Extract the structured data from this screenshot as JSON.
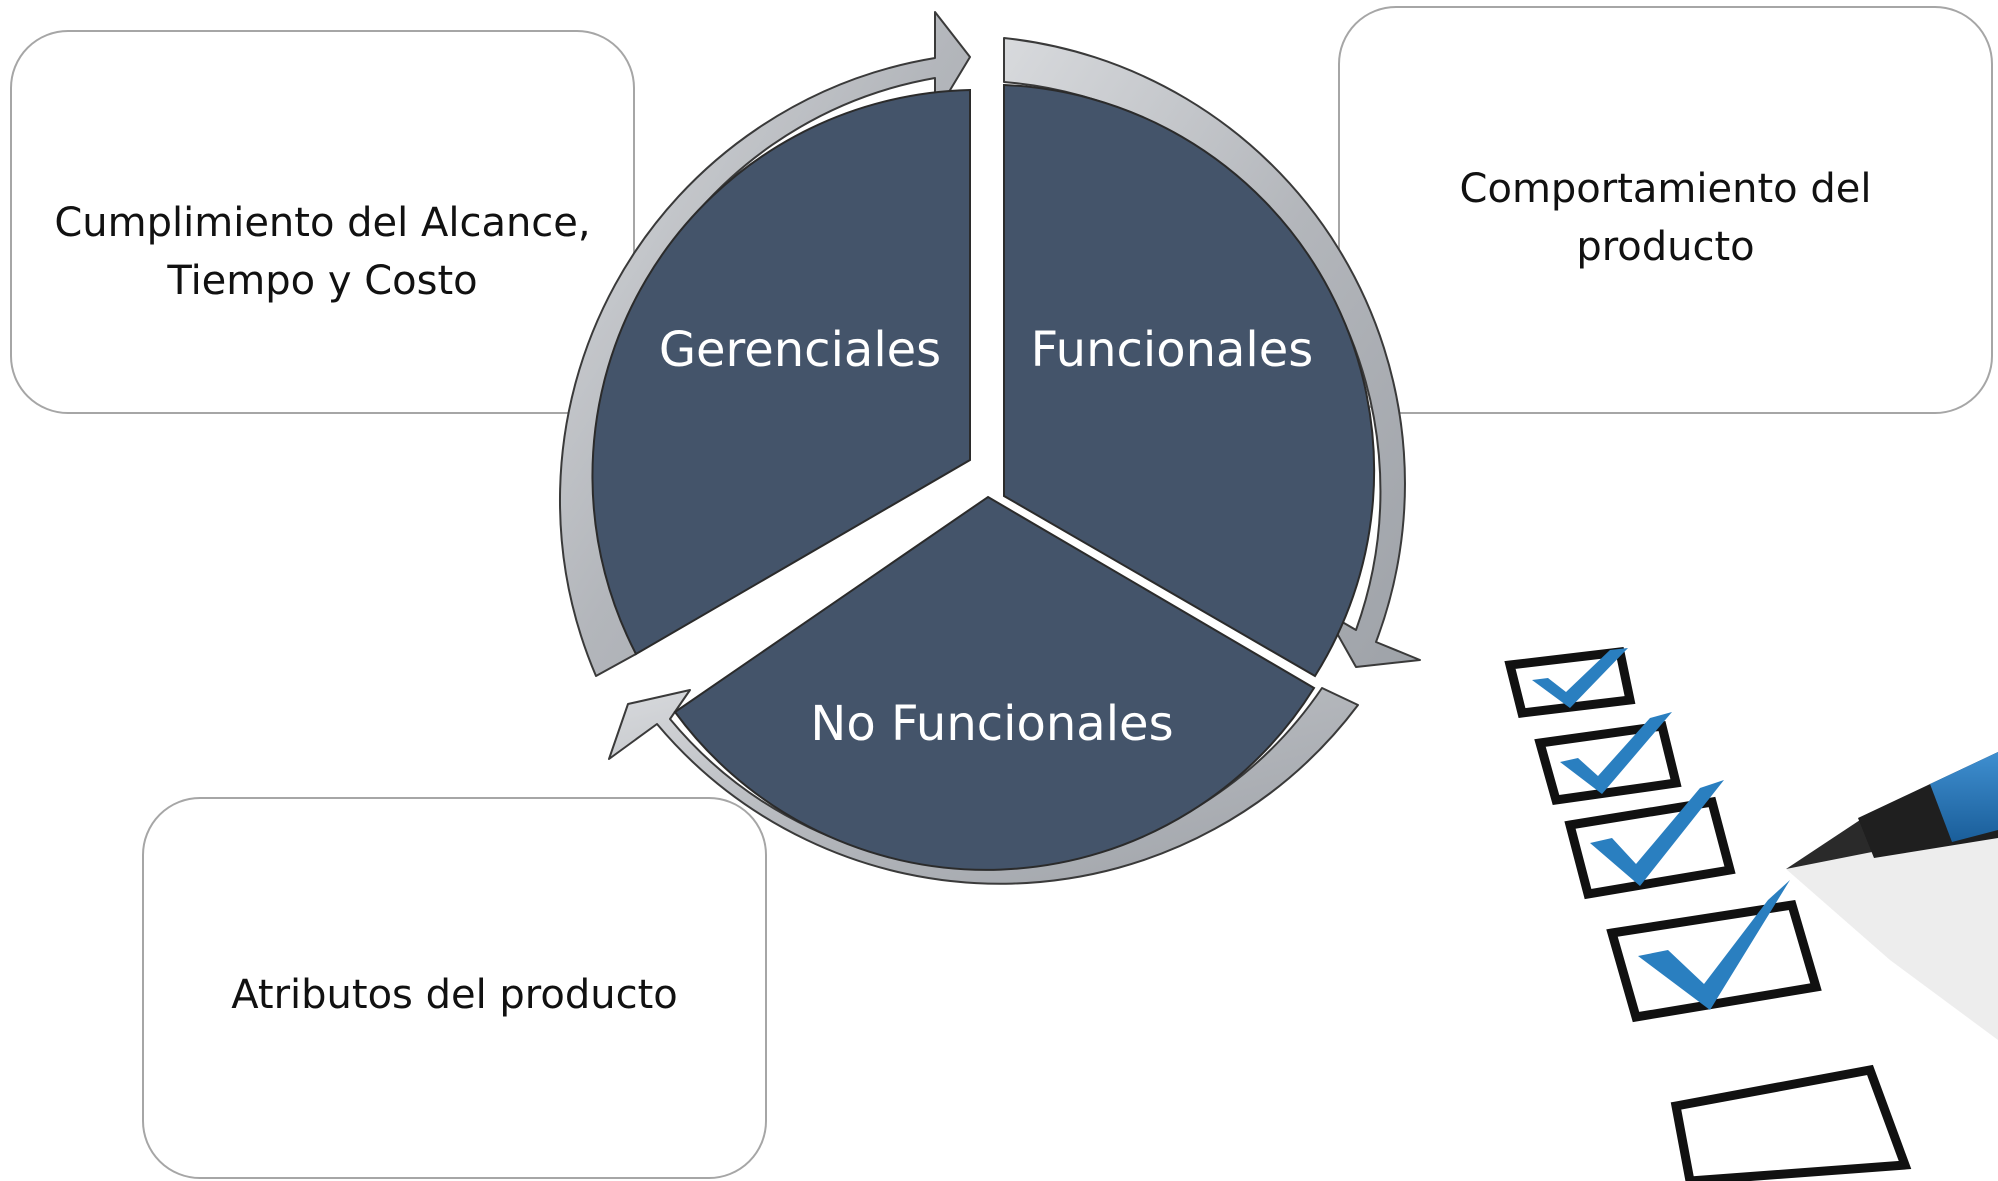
{
  "diagram": {
    "segments": {
      "gerenciales": "Gerenciales",
      "funcionales": "Funcionales",
      "no_funcionales": "No Funcionales"
    },
    "boxes": {
      "scope": "Cumplimiento del Alcance,\nTiempo y Costo",
      "behavior": "Comportamiento del\nproducto",
      "attributes": "Atributos del producto"
    }
  },
  "colors": {
    "segment_fill": "#44546a",
    "ring": "#b3b6bb",
    "box_border": "#a6a6a6",
    "check": "#2a7fc0"
  },
  "icons": [
    "checklist-icon",
    "pen-icon",
    "circular-arrow-icon"
  ]
}
